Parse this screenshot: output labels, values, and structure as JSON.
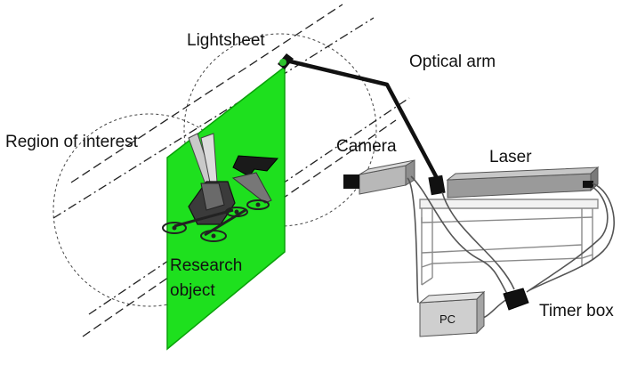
{
  "labels": {
    "lightsheet": "Lightsheet",
    "optical_arm": "Optical arm",
    "region_of_interest": "Region of interest",
    "camera": "Camera",
    "laser": "Laser",
    "research_object_line1": "Research",
    "research_object_line2": "object",
    "pc": "PC",
    "timer_box": "Timer box"
  },
  "colors": {
    "lightsheet": "#1ee01e",
    "lightsheet_edge": "#0aa10a",
    "arm": "#111111",
    "camera": "#b8b8b8",
    "laser": "#9a9a9a",
    "table": "#ebebeb",
    "pc": "#d0d0d0",
    "timer_box": "#111111",
    "dashed": "#333333"
  },
  "icons": {
    "research_object": "drone-icon",
    "camera": "camera-icon",
    "pc": "computer-icon"
  }
}
